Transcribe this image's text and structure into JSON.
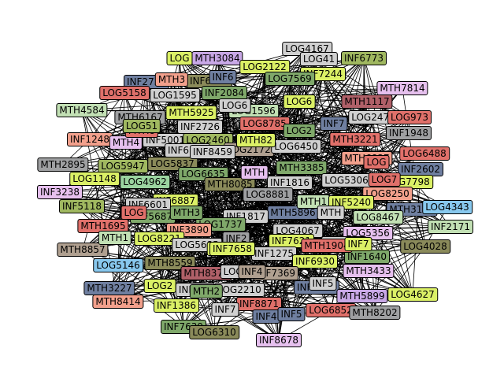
{
  "graph": {
    "colors": [
      "#dbf066",
      "#c8a8e6",
      "#9bd4a0",
      "#e0706a",
      "#8c8ca6",
      "#9fa0a2",
      "#7fa86a",
      "#6f7fa0",
      "#c2e0b4",
      "#f2a08c",
      "#e6c0ee",
      "#8a8a5a",
      "#d0d0d0",
      "#b0a090",
      "#88c8ee",
      "#b06068",
      "#c0a8a8",
      "#a0b860"
    ],
    "nodes": [
      {
        "id": "LOG4167",
        "c": 12
      },
      {
        "id": "INF6773",
        "c": 17
      },
      {
        "id": "MTH3084",
        "c": 1
      },
      {
        "id": "LOG41",
        "c": 12
      },
      {
        "id": "LOG2122",
        "c": 0
      },
      {
        "id": "INF7244",
        "c": 0
      },
      {
        "id": "INF2753",
        "c": 7
      },
      {
        "id": "INF6165",
        "c": 11
      },
      {
        "id": "LOG7569",
        "c": 6
      },
      {
        "id": "MTH7814",
        "c": 10
      },
      {
        "id": "LOG5158",
        "c": 3
      },
      {
        "id": "LOG1595",
        "c": 12
      },
      {
        "id": "INF2084",
        "c": 6
      },
      {
        "id": "MTH4584",
        "c": 8
      },
      {
        "id": "MTH5925",
        "c": 0
      },
      {
        "id": "LOG1596",
        "c": 8
      },
      {
        "id": "LOG6",
        "c": 0
      },
      {
        "id": "MTH1117",
        "c": 15
      },
      {
        "id": "LOG2472",
        "c": 12
      },
      {
        "id": "MTH6167",
        "c": 5
      },
      {
        "id": "INF2726",
        "c": 12
      },
      {
        "id": "LOG8785",
        "c": 3
      },
      {
        "id": "INF7",
        "c": 7
      },
      {
        "id": "INF1248",
        "c": 9
      },
      {
        "id": "MTH4",
        "c": 10
      },
      {
        "id": "INF5001",
        "c": 12
      },
      {
        "id": "LOG2460",
        "c": 17
      },
      {
        "id": "MTH3221",
        "c": 3
      },
      {
        "id": "INF1948",
        "c": 5
      },
      {
        "id": "INF6772",
        "c": 12
      },
      {
        "id": "LOG2172",
        "c": 13
      },
      {
        "id": "LOG6450",
        "c": 12
      },
      {
        "id": "LOG6488",
        "c": 3
      },
      {
        "id": "MTH2895",
        "c": 5
      },
      {
        "id": "LOG5947",
        "c": 17
      },
      {
        "id": "LOG5837",
        "c": 11
      },
      {
        "id": "MTH6837",
        "c": 9
      },
      {
        "id": "INF2602",
        "c": 7
      },
      {
        "id": "LOG1148",
        "c": 0
      },
      {
        "id": "LOG6635",
        "c": 6
      },
      {
        "id": "MTH3385",
        "c": 6
      },
      {
        "id": "LOG4962",
        "c": 2
      },
      {
        "id": "MTH8085",
        "c": 11
      },
      {
        "id": "INF1816",
        "c": 12
      },
      {
        "id": "LOG5306",
        "c": 12
      },
      {
        "id": "LOG7798",
        "c": 0
      },
      {
        "id": "INF3238",
        "c": 10
      },
      {
        "id": "INF6887",
        "c": 0
      },
      {
        "id": "LOG8881",
        "c": 5
      },
      {
        "id": "LOG8250",
        "c": 9
      },
      {
        "id": "INF5118",
        "c": 17
      },
      {
        "id": "INF6601",
        "c": 12
      },
      {
        "id": "MTH5896",
        "c": 7
      },
      {
        "id": "MTH1",
        "c": 8
      },
      {
        "id": "INF5240",
        "c": 0
      },
      {
        "id": "MTH3122",
        "c": 7
      },
      {
        "id": "LOG4343",
        "c": 14
      },
      {
        "id": "INF5687",
        "c": 6
      },
      {
        "id": "INF1817",
        "c": 12
      },
      {
        "id": "LOG8467",
        "c": 8
      },
      {
        "id": "MTH1695",
        "c": 3
      },
      {
        "id": "LOG1737",
        "c": 6
      },
      {
        "id": "INF2171",
        "c": 8
      },
      {
        "id": "INF3890",
        "c": 9
      },
      {
        "id": "LOG4067",
        "c": 12
      },
      {
        "id": "LOG5356",
        "c": 10
      },
      {
        "id": "MTH8857",
        "c": 13
      },
      {
        "id": "LOG8221",
        "c": 0
      },
      {
        "id": "MTH1",
        "c": 8
      },
      {
        "id": "INF7621",
        "c": 0
      },
      {
        "id": "LOG4028",
        "c": 11
      },
      {
        "id": "LOG5685",
        "c": 12
      },
      {
        "id": "INF8265",
        "c": 12
      },
      {
        "id": "LOG5146",
        "c": 14
      },
      {
        "id": "INF1275",
        "c": 12
      },
      {
        "id": "INF1640",
        "c": 6
      },
      {
        "id": "MTH8559",
        "c": 11
      },
      {
        "id": "INF6930",
        "c": 0
      },
      {
        "id": "MTH8378",
        "c": 15
      },
      {
        "id": "INF7369",
        "c": 13
      },
      {
        "id": "MTH3433",
        "c": 10
      },
      {
        "id": "MTH3227",
        "c": 7
      },
      {
        "id": "LOG2",
        "c": 0
      },
      {
        "id": "INF3892",
        "c": 7
      },
      {
        "id": "INF305",
        "c": 12
      },
      {
        "id": "LOG2210",
        "c": 12
      },
      {
        "id": "MTH5899",
        "c": 1
      },
      {
        "id": "LOG4627",
        "c": 0
      },
      {
        "id": "MTH8414",
        "c": 9
      },
      {
        "id": "INF1386",
        "c": 0
      },
      {
        "id": "INF8871",
        "c": 3
      },
      {
        "id": "INF7",
        "c": 12
      },
      {
        "id": "LOG6852",
        "c": 3
      },
      {
        "id": "MTH8202",
        "c": 5
      },
      {
        "id": "INF4",
        "c": 7
      },
      {
        "id": "INF5",
        "c": 7
      },
      {
        "id": "INF7639",
        "c": 6
      },
      {
        "id": "LOG6310",
        "c": 11
      },
      {
        "id": "INF8678",
        "c": 10
      },
      {
        "id": "LOG",
        "c": 0
      },
      {
        "id": "MTH3",
        "c": 9
      },
      {
        "id": "INF6",
        "c": 7
      },
      {
        "id": "LOG6",
        "c": 12
      },
      {
        "id": "MTH8",
        "c": 3
      },
      {
        "id": "LOG",
        "c": 3
      },
      {
        "id": "MTH3",
        "c": 6
      },
      {
        "id": "LOG7",
        "c": 0
      },
      {
        "id": "MTH1904",
        "c": 3
      },
      {
        "id": "INF8459",
        "c": 12
      },
      {
        "id": "MTH82",
        "c": 0
      },
      {
        "id": "LOG2",
        "c": 6
      },
      {
        "id": "INF7",
        "c": 0
      },
      {
        "id": "LOG1",
        "c": 12
      },
      {
        "id": "INF2",
        "c": 5
      },
      {
        "id": "LOG973",
        "c": 3
      },
      {
        "id": "LOG7",
        "c": 3
      },
      {
        "id": "MTH",
        "c": 10
      },
      {
        "id": "LOG51",
        "c": 17
      },
      {
        "id": "INF5",
        "c": 12
      },
      {
        "id": "MTH",
        "c": 12
      },
      {
        "id": "MTH2",
        "c": 6
      },
      {
        "id": "INF7658",
        "c": 0
      },
      {
        "id": "LOG",
        "c": 3
      },
      {
        "id": "INF4",
        "c": 13
      }
    ]
  }
}
